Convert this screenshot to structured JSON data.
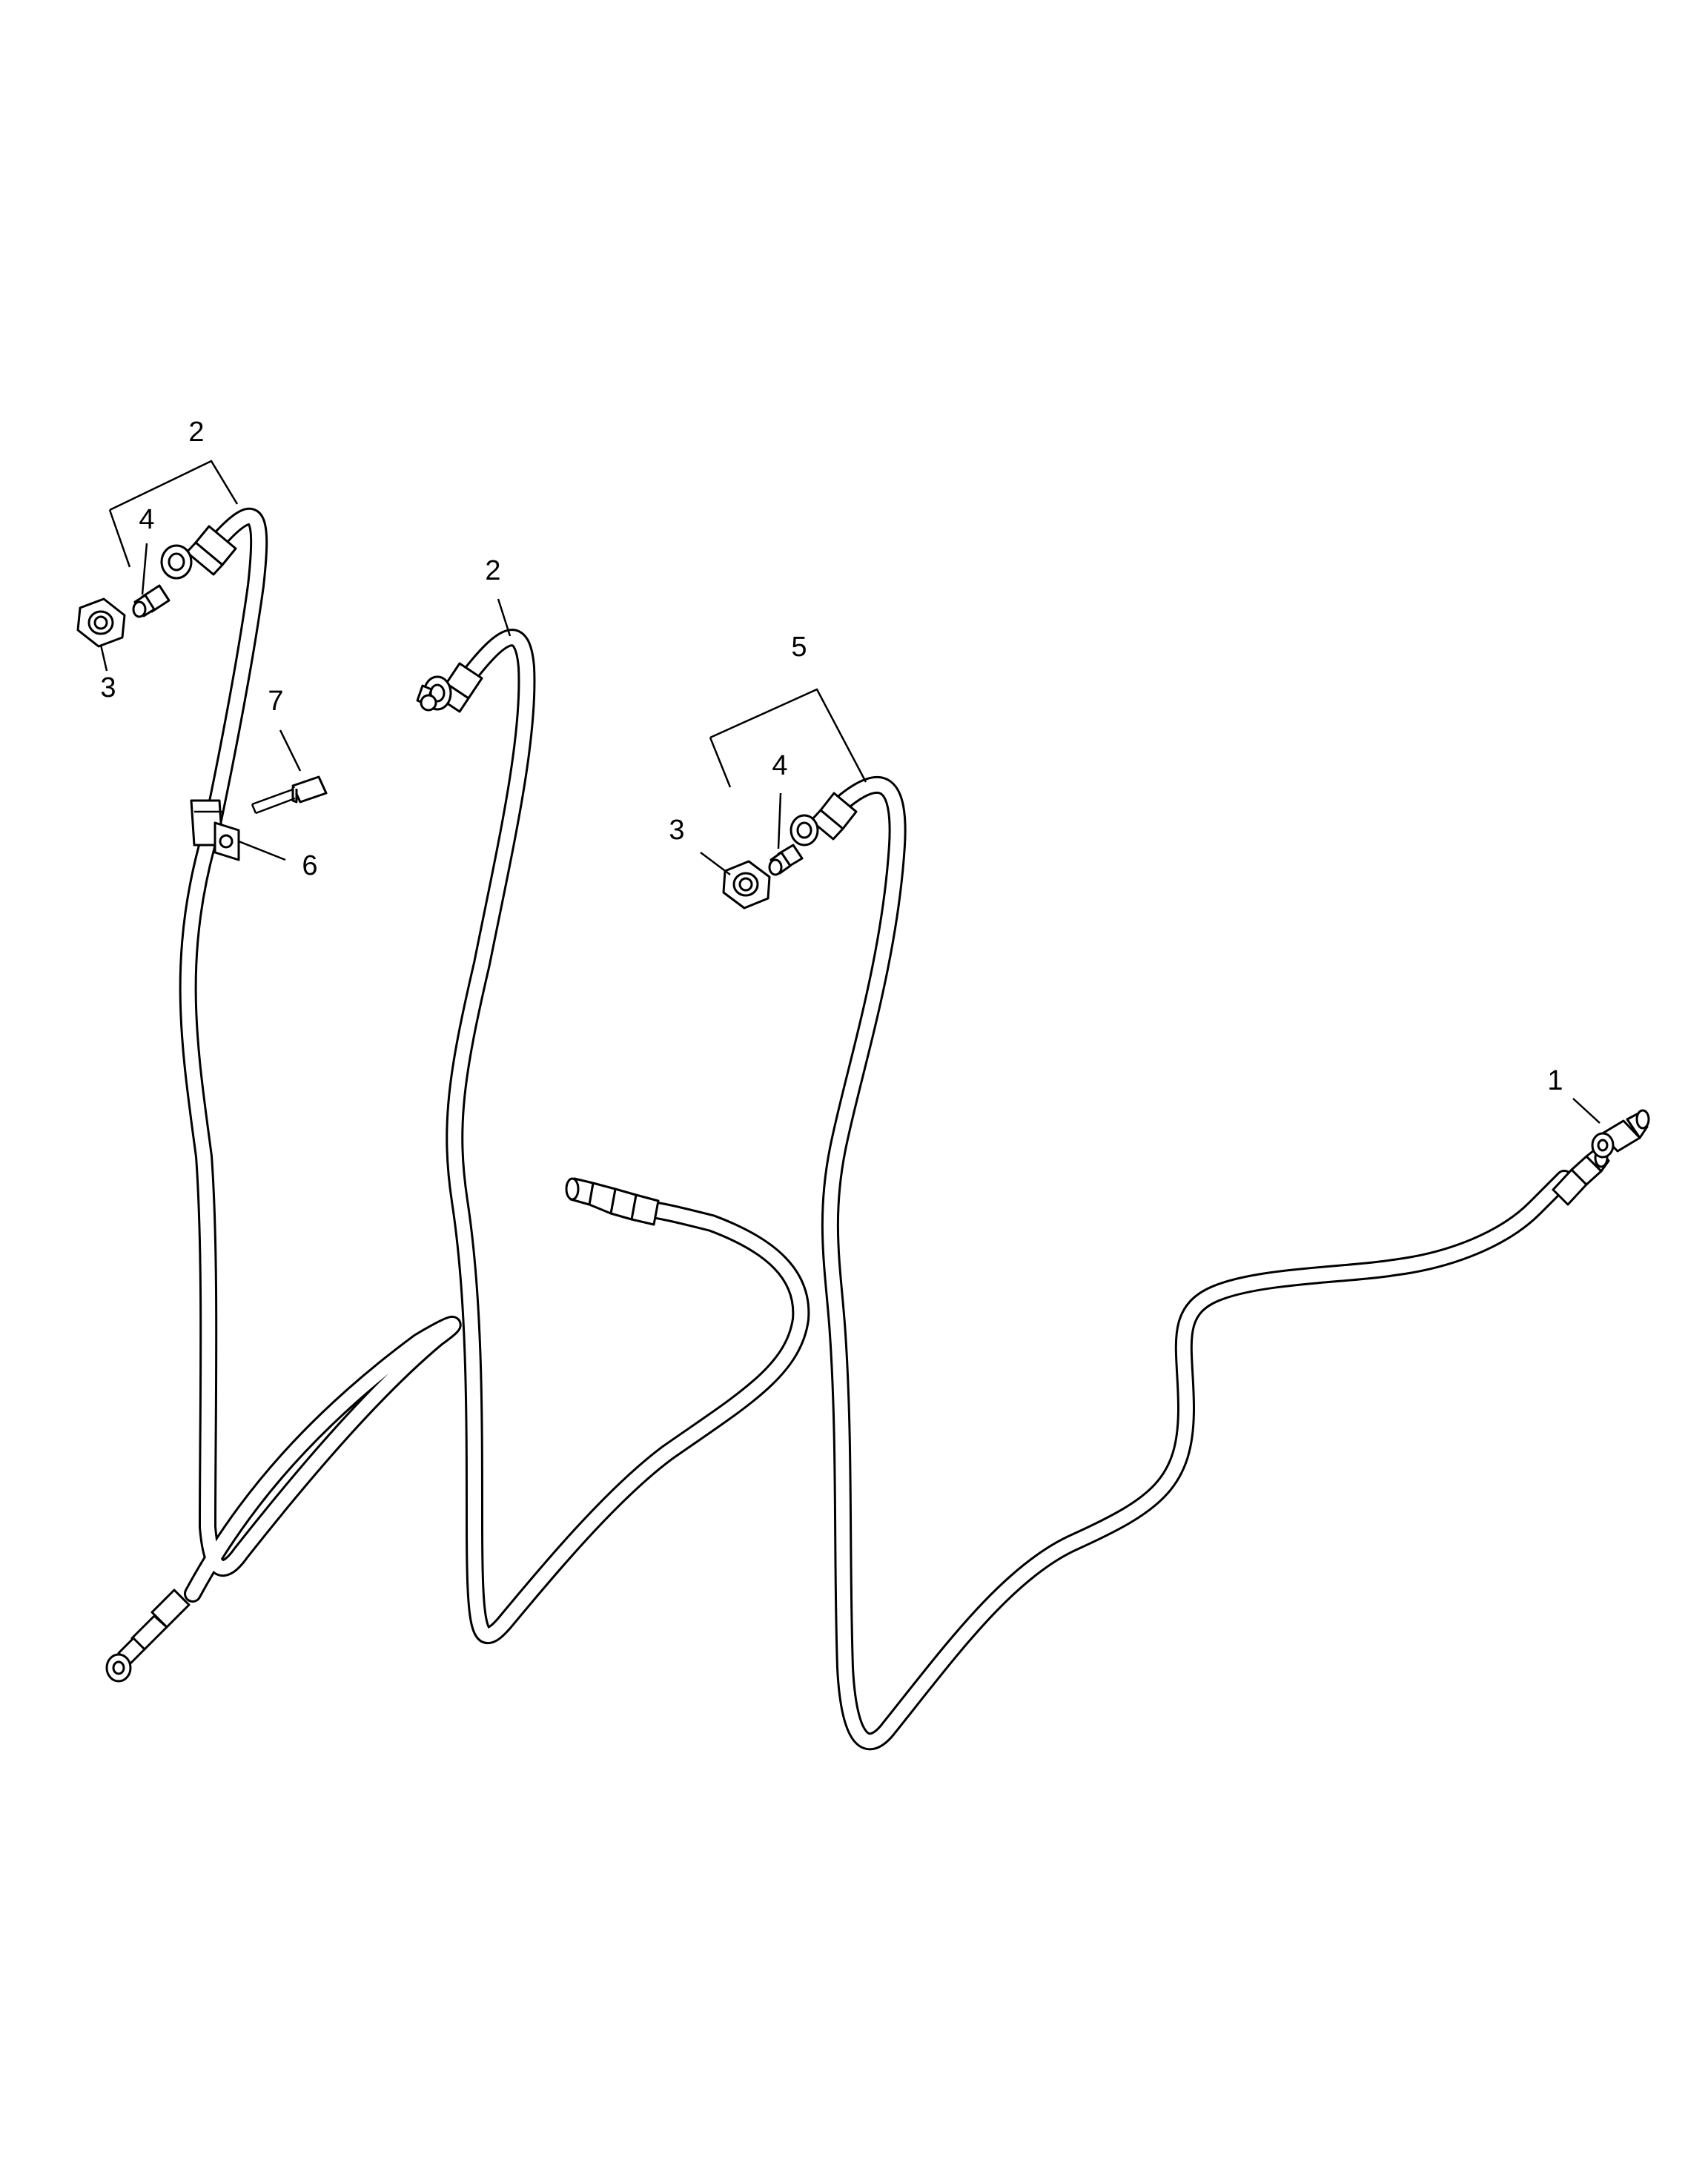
{
  "callouts": {
    "c1": "1",
    "c2a": "2",
    "c2b": "2",
    "c3a": "3",
    "c3b": "3",
    "c4a": "4",
    "c4b": "4",
    "c5": "5",
    "c6": "6",
    "c7": "7"
  }
}
